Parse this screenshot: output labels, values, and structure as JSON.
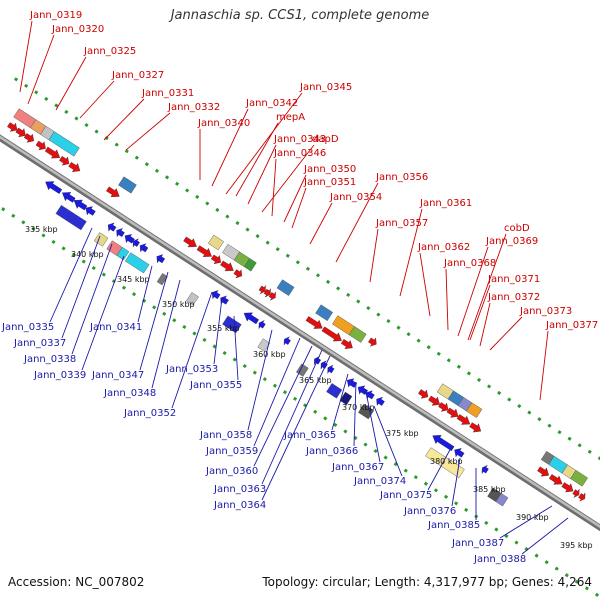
{
  "title": "Jannaschia sp. CCS1, complete genome",
  "footer": {
    "accession": "Accession: NC_007802",
    "summary": "Topology: circular; Length: 4,317,977 bp; Genes: 4,264"
  },
  "colors": {
    "backbone": "#8c8c8c",
    "tick_dots": "#2e9a2e",
    "top_label": "#cc0000",
    "bottom_label": "#1a1aa8",
    "top_arrow": "#e01010",
    "bottom_arrow": "#1a1ae0"
  },
  "scale_labels": [
    "335 kbp",
    "340 kbp",
    "345 kbp",
    "350 kbp",
    "355 kbp",
    "360 kbp",
    "365 kbp",
    "370 kbp",
    "375 kbp",
    "380 kbp",
    "385 kbp",
    "390 kbp",
    "395 kbp"
  ],
  "top_genes": [
    "Jann_0319",
    "Jann_0320",
    "Jann_0325",
    "Jann_0327",
    "Jann_0331",
    "Jann_0332",
    "Jann_0340",
    "Jann_0342",
    "Jann_0345",
    "mepA",
    "Jann_0343",
    "dapD",
    "Jann_0346",
    "Jann_0350",
    "Jann_0351",
    "Jann_0354",
    "Jann_0356",
    "Jann_0357",
    "Jann_0361",
    "Jann_0362",
    "cobD",
    "Jann_0369",
    "Jann_0368",
    "Jann_0371",
    "Jann_0372",
    "Jann_0373",
    "Jann_0377"
  ],
  "bottom_genes": [
    "Jann_0335",
    "Jann_0337",
    "Jann_0338",
    "Jann_0339",
    "Jann_0341",
    "Jann_0347",
    "Jann_0348",
    "Jann_0352",
    "Jann_0353",
    "Jann_0355",
    "Jann_0358",
    "Jann_0359",
    "Jann_0360",
    "Jann_0363",
    "Jann_0364",
    "Jann_0365",
    "Jann_0366",
    "Jann_0367",
    "Jann_0374",
    "Jann_0375",
    "Jann_0376",
    "Jann_0385",
    "Jann_0387",
    "Jann_0388"
  ]
}
